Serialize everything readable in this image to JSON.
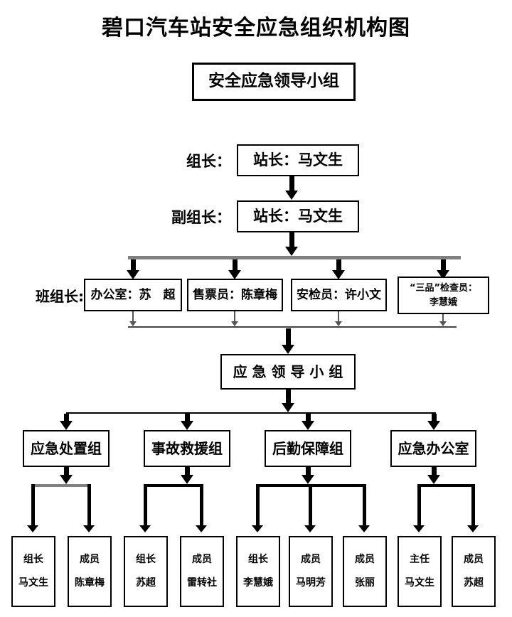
{
  "title": "碧口汽车站安全应急组织机构图",
  "top_box": {
    "label": "安全应急领导小组"
  },
  "leader_row": {
    "label": "组长：",
    "value": "站长：马文生"
  },
  "deputy_row": {
    "label": "副组长：",
    "value": "站长：马文生"
  },
  "team_row": {
    "label": "班组长:",
    "boxes": [
      {
        "text": "办公室：苏　超"
      },
      {
        "text": "售票员：陈章梅"
      },
      {
        "text": "安检员：许小文"
      },
      {
        "line1": "“三品”检查员：",
        "line2": "李慧娥"
      }
    ]
  },
  "mid_box": {
    "label": "应 急 领 导 小 组"
  },
  "groups": [
    {
      "label": "应急处置组"
    },
    {
      "label": "事故救援组"
    },
    {
      "label": "后勤保障组"
    },
    {
      "label": "应急办公室"
    }
  ],
  "members": [
    {
      "role": "组长",
      "name": "马文生"
    },
    {
      "role": "成员",
      "name": "陈章梅"
    },
    {
      "role": "组长",
      "name": "苏超"
    },
    {
      "role": "成员",
      "name": "雷转社"
    },
    {
      "role": "组长",
      "name": "李慧娥"
    },
    {
      "role": "成员",
      "name": "马明芳"
    },
    {
      "role": "成员",
      "name": "张丽"
    },
    {
      "role": "主任",
      "name": "马文生"
    },
    {
      "role": "成员",
      "name": "苏超"
    }
  ],
  "colors": {
    "line": "#000000",
    "gray_line": "#808080",
    "background": "#ffffff"
  }
}
